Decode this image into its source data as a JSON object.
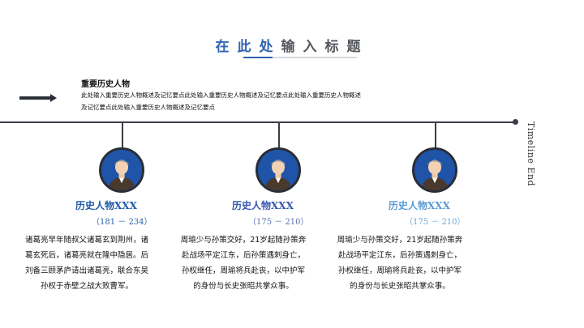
{
  "title": {
    "part1": "在此处",
    "part2": "输入标题"
  },
  "intro": {
    "heading": "重要历史人物",
    "text": "此处输入重要历史人物概述及记忆要点此处输入重要历史人物概述及记忆要点此处输入重要历史人物概述及记忆要点此处输入重要历史人物概述及记忆要点"
  },
  "timeline": {
    "end_label": "Timeline End"
  },
  "figures": [
    {
      "name": "历史人物XXX",
      "years": "（181 － 234）",
      "description": "诸葛亮早年随叔父诸葛玄到荆州，诸葛玄死后，诸葛亮就在隆中隐居。后刘备三顾茅庐请出诸葛亮，联合东吴孙权于赤壁之战大败曹军。"
    },
    {
      "name": "历史人物XXX",
      "years": "（175 － 210）",
      "description": "周瑜少与孙策交好，21岁起随孙策奔赴战场平定江东，后孙策遇刺身亡，孙权继任，周瑜将兵赴丧，以中护军的身份与长史张昭共掌众事。"
    },
    {
      "name": "历史人物XXX",
      "years": "（175 － 210）",
      "description": "周瑜少与孙策交好，21岁起随孙策奔赴战场平定江东，后孙策遇刺身亡，孙权继任，周瑜将兵赴丧，以中护军的身份与长史张昭共掌众事。"
    }
  ],
  "colors": {
    "accent": "#2e63b0",
    "timeline": "#3a3d45",
    "avatar_bg": "#1f54a8"
  },
  "icons": {
    "arrow": "arrow-right-icon",
    "avatar": "person-avatar-icon"
  }
}
